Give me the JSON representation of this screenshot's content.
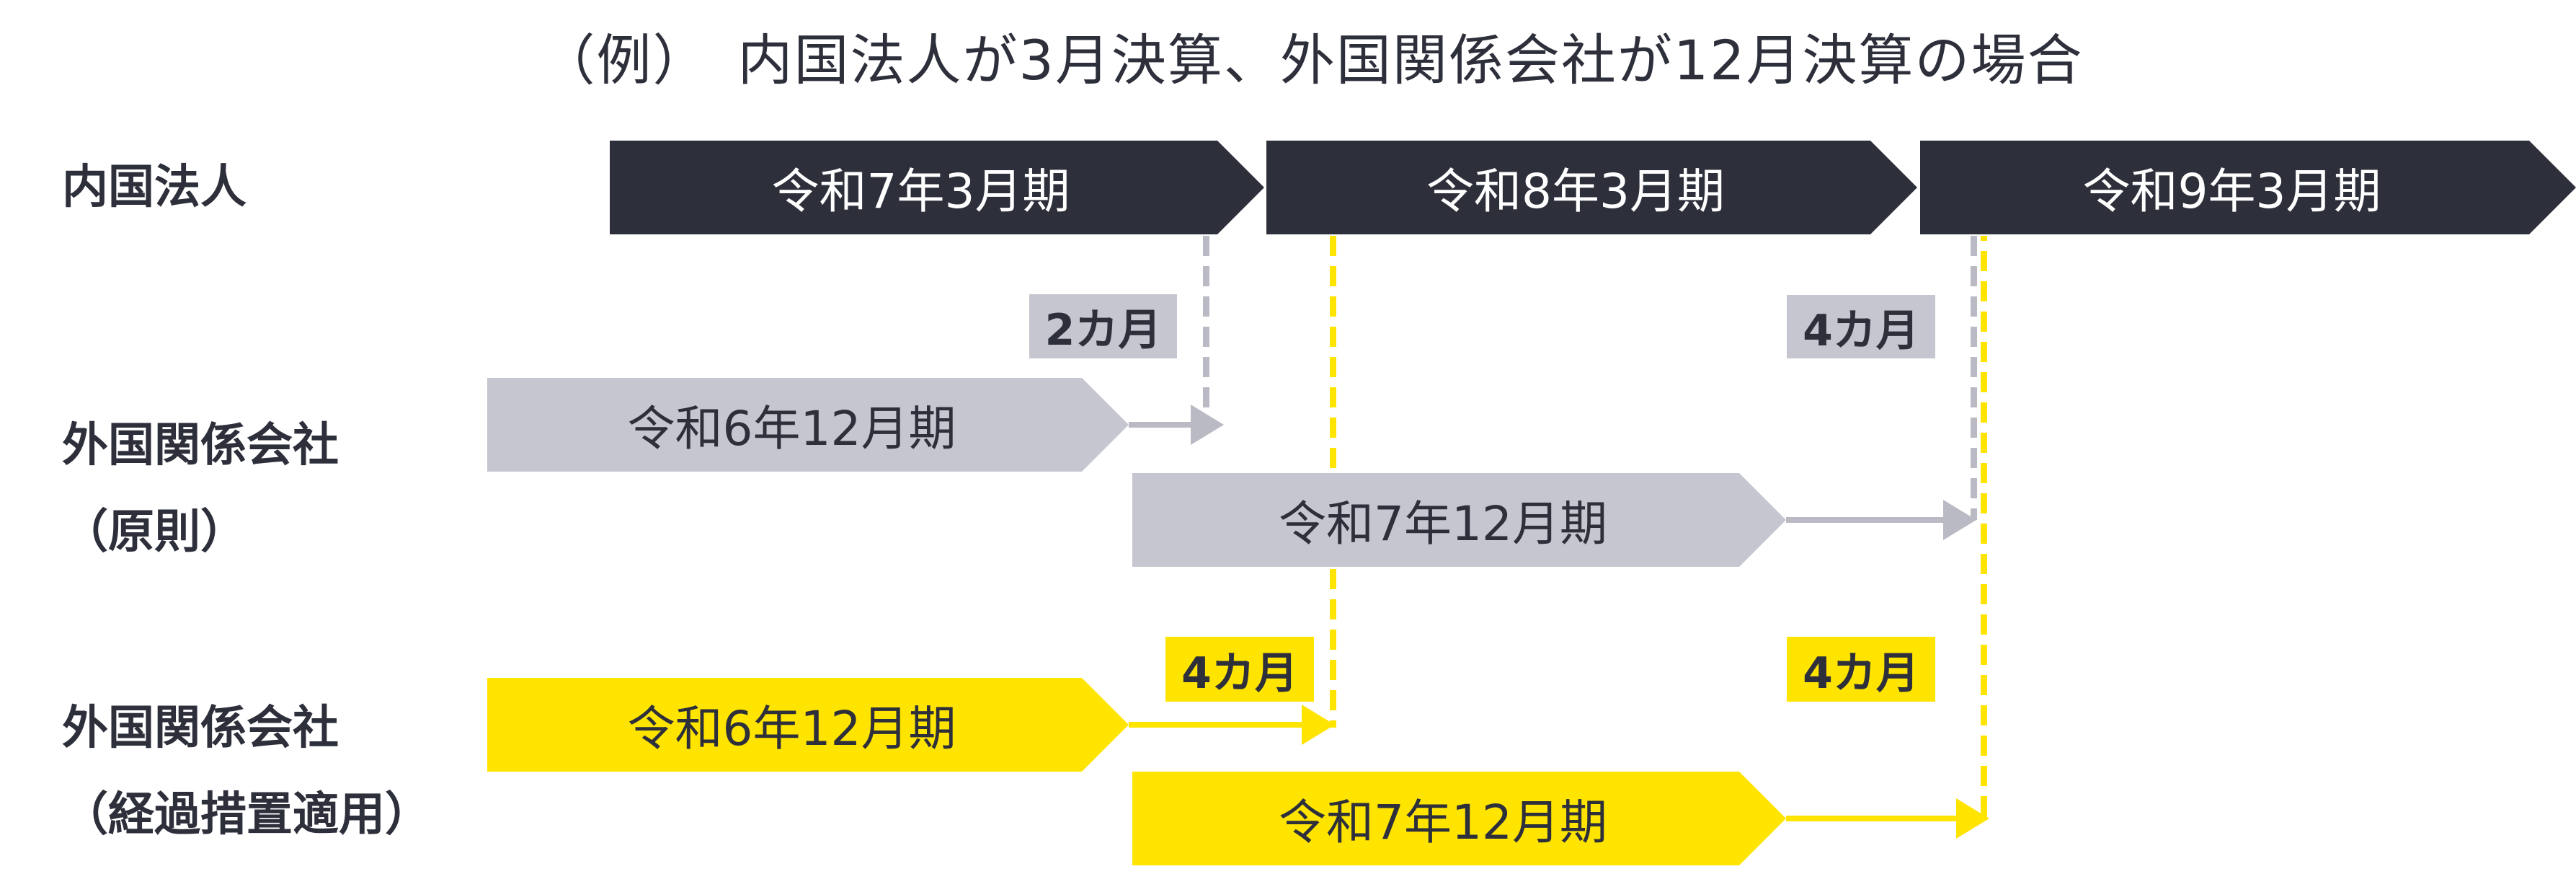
{
  "title": "（例）　内国法人が3月決算、外国関係会社が12月決算の場合",
  "colors": {
    "dark": "#2d2f3b",
    "gray": "#c5c6cf",
    "yellow": "#ffe400",
    "text_on_dark": "#ffffff"
  },
  "rows": {
    "domestic": {
      "label": "内国法人",
      "periods": [
        "令和7年3月期",
        "令和8年3月期",
        "令和9年3月期"
      ]
    },
    "foreign_principle": {
      "label_line1": "外国関係会社",
      "label_line2": "（原則）",
      "periods": [
        "令和6年12月期",
        "令和7年12月期"
      ]
    },
    "foreign_transitional": {
      "label_line1": "外国関係会社",
      "label_line2": "（経過措置適用）",
      "periods": [
        "令和6年12月期",
        "令和7年12月期"
      ]
    }
  },
  "badges": {
    "principle_first": "2カ月",
    "principle_second": "4カ月",
    "transitional_first": "4カ月",
    "transitional_second": "4カ月"
  }
}
